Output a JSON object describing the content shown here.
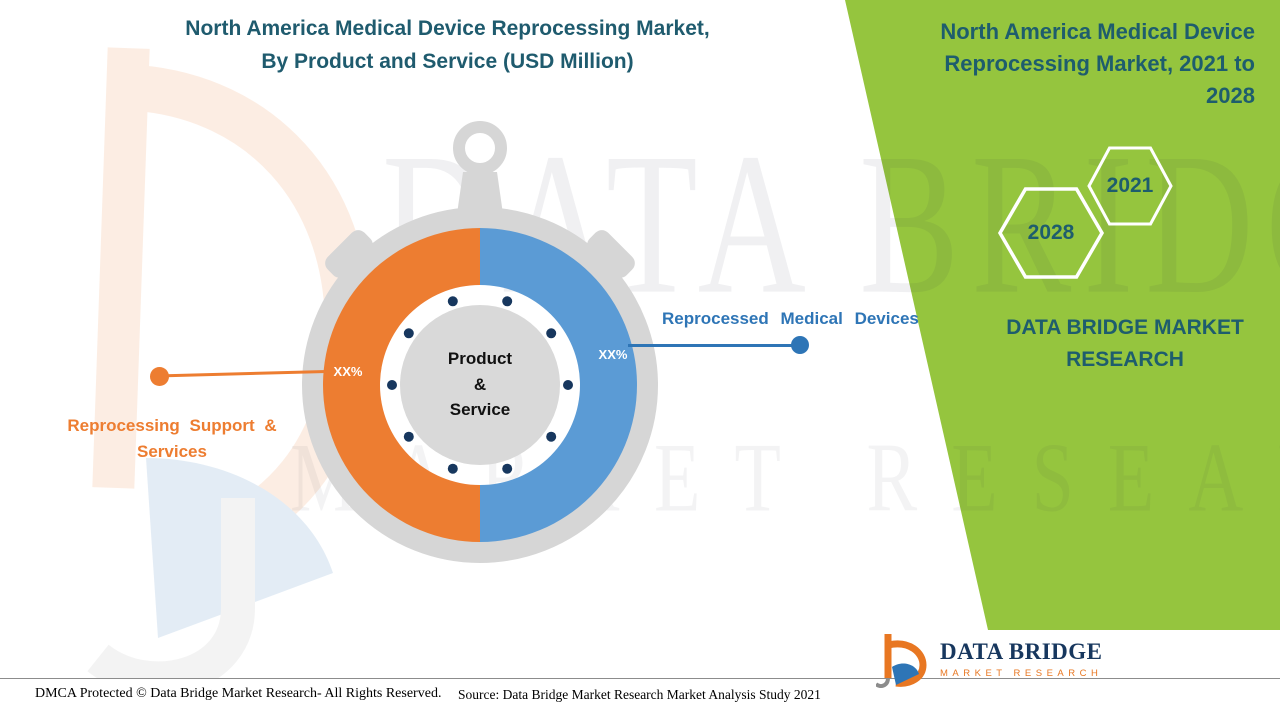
{
  "title": {
    "line1": "North America Medical Device Reprocessing Market,",
    "line2": "By Product and Service (USD Million)"
  },
  "chart_data": {
    "type": "pie",
    "variant": "donut-stopwatch",
    "title": "North America Medical Device Reprocessing Market, By Product and Service (USD Million)",
    "units": "USD Million",
    "center_label": "Product & Service",
    "center_lines": {
      "l1": "Product",
      "l2": "&",
      "l3": "Service"
    },
    "segments": [
      {
        "name": "Reprocessed Medical Devices",
        "value": null,
        "value_label": "XX%",
        "color": "#5b9bd5",
        "label_color": "#2e75b6",
        "side": "right"
      },
      {
        "name": "Reprocessing Support & Services",
        "value": null,
        "value_label": "XX%",
        "color": "#ed7d31",
        "label_color": "#ed7d31",
        "side": "left"
      }
    ],
    "legend_position": "callout-labels"
  },
  "callouts": {
    "right": {
      "label": "Reprocessed Medical Devices",
      "value_label": "XX%"
    },
    "left": {
      "line1": "Reprocessing Support &",
      "line2": "Services",
      "value_label": "XX%"
    }
  },
  "side_panel": {
    "title": "North America Medical Device Reprocessing Market, 2021 to 2028",
    "year_left": "2028",
    "year_right": "2021",
    "brand_line1": "DATA BRIDGE MARKET",
    "brand_line2": "RESEARCH"
  },
  "watermark": {
    "line1": "DATA BRIDGE",
    "line2": "MARKET RESEARCH"
  },
  "footer": {
    "dmca": "DMCA Protected © Data Bridge Market Research- All Rights Reserved.",
    "source": "Source: Data Bridge Market Research Market Analysis Study 2021"
  },
  "logo": {
    "name": "DATA BRIDGE",
    "tagline": "MARKET RESEARCH"
  },
  "colors": {
    "orange": "#ed7d31",
    "blue": "#5b9bd5",
    "blue_dark": "#2e75b6",
    "teal": "#1e5d6d",
    "green": "#95c53e",
    "stopwatch_gray": "#d6d6d6",
    "dot_navy": "#17375e"
  }
}
